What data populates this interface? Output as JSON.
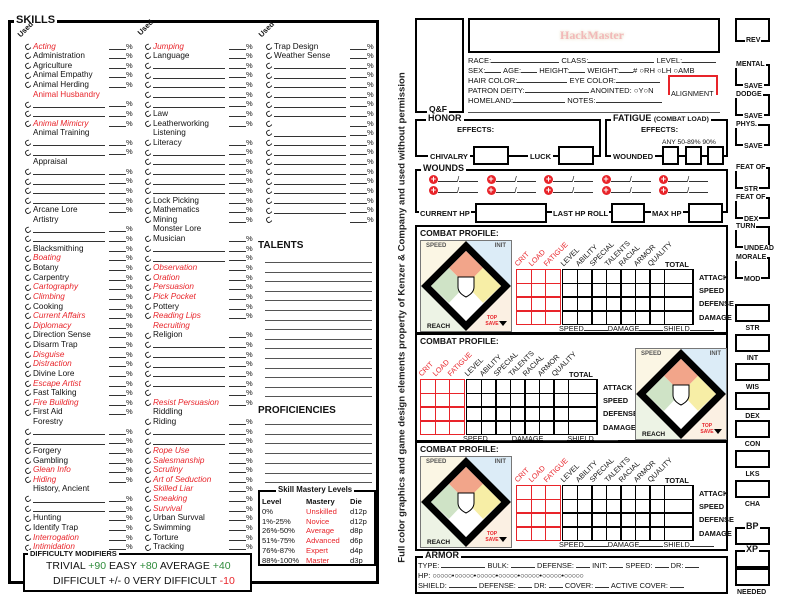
{
  "skills": {
    "title": "SKILLS",
    "used_label": "Used",
    "pct_symbol": "%",
    "columns": [
      [
        {
          "name": "Acting",
          "red": true
        },
        {
          "name": "Administration"
        },
        {
          "name": "Agriculture"
        },
        {
          "name": "Animal Empathy"
        },
        {
          "name": "Animal Herding"
        },
        {
          "name": "Animal Husbandry",
          "red": true,
          "plain": true,
          "circle": false,
          "pct": false
        },
        "",
        "",
        {
          "name": "Animal Mimicry",
          "red": true
        },
        {
          "name": "Animal Training",
          "circle": false,
          "pct": false
        },
        "",
        "",
        {
          "name": "Appraisal",
          "circle": false,
          "pct": false
        },
        "",
        "",
        "",
        "",
        {
          "name": "Arcane Lore"
        },
        {
          "name": "Artistry",
          "circle": false,
          "pct": false
        },
        "",
        "",
        {
          "name": "Blacksmithing"
        },
        {
          "name": "Boating",
          "red": true
        },
        {
          "name": "Botany"
        },
        {
          "name": "Carpentry"
        },
        {
          "name": "Cartography",
          "red": true
        },
        {
          "name": "Climbing",
          "red": true
        },
        {
          "name": "Cooking"
        },
        {
          "name": "Current Affairs",
          "red": true
        },
        {
          "name": "Diplomacy",
          "red": true
        },
        {
          "name": "Direction Sense"
        },
        {
          "name": "Disarm Trap"
        },
        {
          "name": "Disguise",
          "red": true
        },
        {
          "name": "Distraction",
          "red": true
        },
        {
          "name": "Divine Lore"
        },
        {
          "name": "Escape Artist",
          "red": true
        },
        {
          "name": "Fast Talking"
        },
        {
          "name": "Fire Building",
          "red": true
        },
        {
          "name": "First Aid"
        },
        {
          "name": "Forestry",
          "circle": false,
          "pct": false
        },
        "",
        "",
        {
          "name": "Forgery"
        },
        {
          "name": "Gambling"
        },
        {
          "name": "Glean Info",
          "red": true
        },
        {
          "name": "Hiding",
          "red": true
        },
        {
          "name": "History, Ancient",
          "circle": false,
          "pct": false
        },
        "",
        "",
        {
          "name": "Hunting"
        },
        {
          "name": "Identify Trap"
        },
        {
          "name": "Interrogation",
          "red": true
        },
        {
          "name": "Intimidation",
          "red": true
        }
      ],
      [
        {
          "name": "Jumping",
          "red": true
        },
        {
          "name": "Language"
        },
        "",
        "",
        "",
        "",
        "",
        {
          "name": "Law"
        },
        {
          "name": "Leatherworking"
        },
        {
          "name": "Listening",
          "circle": false,
          "pct": false
        },
        {
          "name": "Literacy"
        },
        "",
        "",
        "",
        "",
        "",
        {
          "name": "Lock Picking"
        },
        {
          "name": "Mathematics"
        },
        {
          "name": "Mining"
        },
        {
          "name": "Monster Lore",
          "circle": false,
          "pct": false
        },
        {
          "name": "Musician"
        },
        "",
        "",
        {
          "name": "Observation",
          "red": true
        },
        {
          "name": "Oration",
          "red": true
        },
        {
          "name": "Persuasion",
          "red": true
        },
        {
          "name": "Pick Pocket",
          "red": true
        },
        {
          "name": "Pottery"
        },
        {
          "name": "Reading Lips",
          "red": true
        },
        {
          "name": "Recruiting",
          "red": true,
          "circle": false,
          "pct": false,
          "indent": true
        },
        {
          "name": "Religion"
        },
        "",
        "",
        "",
        "",
        "",
        {
          "name": ""
        },
        {
          "name": "Resist Persuasion",
          "red": true
        },
        {
          "name": "Riddling",
          "circle": false,
          "pct": false
        },
        {
          "name": "Riding"
        },
        "",
        "",
        {
          "name": "Rope Use",
          "red": true
        },
        {
          "name": "Salesmanship",
          "red": true
        },
        {
          "name": "Scrutiny",
          "red": true
        },
        {
          "name": "Art of Seduction",
          "red": true
        },
        {
          "name": "Skilled Liar",
          "red": true
        },
        {
          "name": "Sneaking",
          "red": true
        },
        {
          "name": "Survival",
          "red": true
        },
        {
          "name": "Urban Survval"
        },
        {
          "name": "Swimming"
        },
        {
          "name": "Torture"
        },
        {
          "name": "Tracking"
        }
      ],
      [
        {
          "name": "Trap Design"
        },
        {
          "name": "Weather Sense"
        },
        "",
        "",
        "",
        "",
        "",
        "",
        {
          "name": ""
        },
        "",
        "",
        "",
        "",
        "",
        "",
        "",
        "",
        "",
        {
          "name": ""
        }
      ]
    ]
  },
  "talents": {
    "title": "TALENTS"
  },
  "proficiencies": {
    "title": "PROFICIENCIES"
  },
  "mastery": {
    "title": "Skill Mastery Levels",
    "headers": [
      "Level",
      "Mastery",
      "Die"
    ],
    "rows": [
      [
        "0%",
        "Unskilled",
        "d12p"
      ],
      [
        "1%-25%",
        "Novice",
        "d12p"
      ],
      [
        "26%-50%",
        "Average",
        "d8p"
      ],
      [
        "51%-75%",
        "Advanced",
        "d6p"
      ],
      [
        "76%-87%",
        "Expert",
        "d4p"
      ],
      [
        "88%-100%",
        "Master",
        "d3p"
      ]
    ]
  },
  "difficulty": {
    "title": "DIFFICULTY MODIFIERS",
    "items": [
      {
        "label": "TRIVIAL",
        "value": "+90"
      },
      {
        "label": "EASY",
        "value": "+80"
      },
      {
        "label": "AVERAGE",
        "value": "+40"
      },
      {
        "label": "DIFFICULT",
        "value": "+/- 0"
      },
      {
        "label": "VERY DIFFICULT",
        "value": "-10"
      }
    ]
  },
  "copyright": "Full color graphics and game design elements property of Kenzer & Company and used without permission",
  "header": {
    "qf_label": "Q&F",
    "logo": "HackMaster",
    "race": "RACE:",
    "class": "CLASS:",
    "level": "LEVEL:",
    "sex": "SEX:",
    "age": "AGE:",
    "height": "HEIGHT:",
    "weight": "WEIGHT:",
    "weight_unit": "#",
    "hand_options": [
      "RH",
      "LH",
      "AMB"
    ],
    "hair": "HAIR COLOR:",
    "eye": "EYE COLOR:",
    "deity": "PATRON DEITY:",
    "anointed": "ANOINTED:",
    "anointed_options": [
      "Y",
      "N"
    ],
    "homeland": "HOMELAND:",
    "notes": "NOTES:",
    "alignment": "ALIGNMENT"
  },
  "honor": {
    "title": "HONOR",
    "effects": "EFFECTS:",
    "chivalry": "CHIVALRY",
    "luck": "LUCK"
  },
  "fatigue": {
    "title": "FATIGUE",
    "subtitle": "(COMBAT LOAD)",
    "effects": "EFFECTS:",
    "levels": "ANY 50-89% 90%",
    "wounded": "WOUNDED"
  },
  "wounds": {
    "title": "WOUNDS",
    "current_hp": "CURRENT HP",
    "last_hp_roll": "LAST HP ROLL",
    "max_hp": "MAX HP"
  },
  "combat_profile": {
    "title": "COMBAT PROFILE:",
    "red_cols": [
      "CRIT",
      "LOAD",
      "FATIGUE"
    ],
    "cols": [
      "LEVEL",
      "ABILITY",
      "SPECIAL",
      "TALENTS",
      "RACIAL",
      "ARMOR",
      "QUALITY"
    ],
    "total": "TOTAL",
    "rows": [
      "ATTACK",
      "SPEED",
      "DEFENSE",
      "DAMAGE"
    ],
    "footer": [
      "SPEED",
      "DAMAGE",
      "SHIELD"
    ],
    "corners": {
      "speed": "SPEED",
      "init": "INIT",
      "reach": "REACH",
      "top_save": "TOP SAVE"
    },
    "colors": {
      "attack": "#f2a58a",
      "defense": "#cfe3c6",
      "speed_q": "#f7eea6",
      "bottom": "#ffffff"
    }
  },
  "armor": {
    "title": "ARMOR",
    "line1": [
      "TYPE:",
      "BULK:",
      "DEFENSE:",
      "INIT:",
      "SPEED:",
      "DR:"
    ],
    "hp_label": "HP:",
    "line3": [
      "SHIELD:",
      "DEFENSE:",
      "DR:",
      "COVER:",
      "ACTIVE COVER:"
    ]
  },
  "side": {
    "rev": "REV",
    "saves": [
      [
        "MENTAL",
        "SAVE"
      ],
      [
        "DODGE",
        "SAVE"
      ],
      [
        "PHYS.",
        "SAVE"
      ],
      [
        "FEAT OF",
        "STR"
      ],
      [
        "FEAT OF",
        "DEX"
      ],
      [
        "TURN",
        "UNDEAD"
      ],
      [
        "MORALE",
        "MOD"
      ]
    ],
    "stats": [
      "STR",
      "INT",
      "WIS",
      "DEX",
      "CON",
      "LKS",
      "CHA"
    ],
    "bp": "BP",
    "xp": "XP",
    "needed": "NEEDED"
  },
  "colors": {
    "red": "#e8242a",
    "green": "#2e8b3a"
  }
}
